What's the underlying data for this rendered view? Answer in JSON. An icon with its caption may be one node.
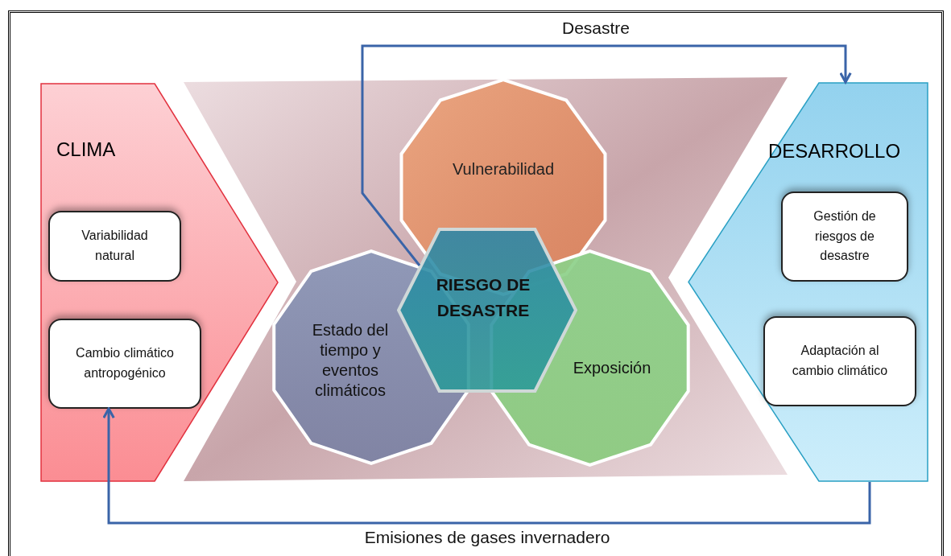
{
  "diagram": {
    "nodes": [
      {
        "text": [
          "CLIMA"
        ]
      },
      {
        "text": [
          "Variabilidad natural"
        ],
        "in": 0
      },
      {
        "text": [
          "Cambio climático antropogénico"
        ],
        "in": 0
      },
      {
        "text": [
          "DESARROLLO"
        ]
      },
      {
        "text": [
          "Gestión de riesgos de desastre"
        ],
        "in": 3
      },
      {
        "text": [
          "Adaptación al cambio climático"
        ],
        "in": 3
      },
      {
        "text": [
          "Vulnerabilidad"
        ]
      },
      {
        "text": [
          "Estado del tiempo y eventos climáticos"
        ]
      },
      {
        "text": [
          "Exposición"
        ]
      },
      {
        "text": [
          "RIESGO DE DESASTRE"
        ]
      }
    ],
    "edges": [
      {
        "from": 9,
        "to": 3,
        "arrow": "to",
        "label": "Desastre"
      },
      {
        "from": 3,
        "to": 2,
        "arrow": "to",
        "label": "Emisiones de gases invernadero"
      }
    ]
  }
}
